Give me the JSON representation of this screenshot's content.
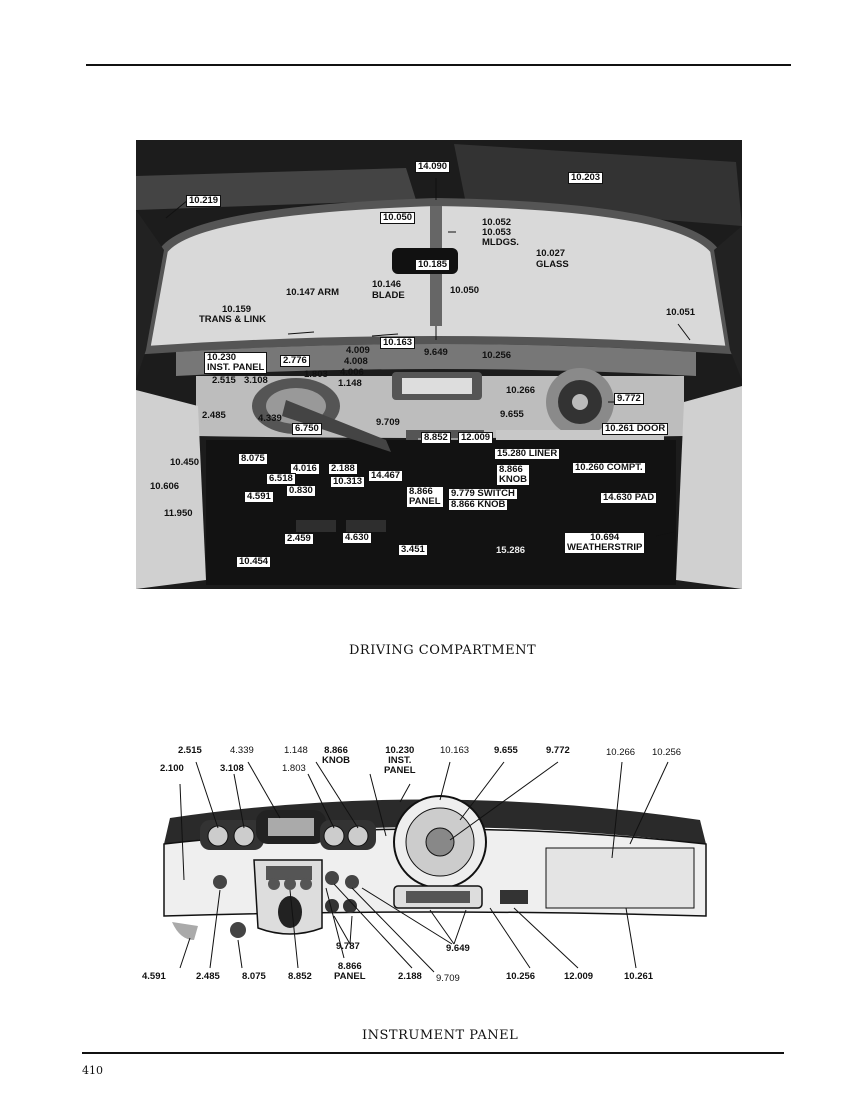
{
  "page_number": "410",
  "captions": {
    "top": "DRIVING COMPARTMENT",
    "bottom": "INSTRUMENT PANEL"
  },
  "driving_labels": {
    "l14_090": "14.090",
    "l10_203": "10.203",
    "l10_219": "10.219",
    "l10_050a": "10.050",
    "l10_052": "10.052",
    "l10_053": "10.053",
    "mldgs": "MLDGS.",
    "l10_185": "10.185",
    "l10_027": "10.027",
    "glass": "GLASS",
    "l10_147": "10.147 ARM",
    "l10_146": "10.146",
    "blade": "BLADE",
    "l10_050b": "10.050",
    "l10_159": "10.159",
    "trans_link": "TRANS & LINK",
    "l10_051": "10.051",
    "l10_163": "10.163",
    "l10_230": "10.230",
    "inst_panel": "INST. PANEL",
    "l2_776": "2.776",
    "l4_009": "4.009",
    "l4_008": "4.008",
    "l4_006": "4.006",
    "l1_803": "1.803",
    "l1_148": "1.148",
    "l9_649": "9.649",
    "l10_256": "10.256",
    "l2_515": "2.515",
    "l3_108": "3.108",
    "l10_266": "10.266",
    "l9_772": "9.772",
    "l2_485": "2.485",
    "l4_339": "4.339",
    "l6_750": "6.750",
    "l9_709": "9.709",
    "l9_655": "9.655",
    "l10_261": "10.261 DOOR",
    "l8_852": "8.852",
    "l12_009": "12.009",
    "l8_075": "8.075",
    "l10_450": "10.450",
    "l15_280": "15.280 LINER",
    "l4_016": "4.016",
    "l2_188": "2.188",
    "l10_260": "10.260 COMPT.",
    "l6_518": "6.518",
    "l10_313": "10.313",
    "l14_467": "14.467",
    "l8_866k": "8.866",
    "knob": "KNOB",
    "l10_606": "10.606",
    "l4_591": "4.591",
    "l0_830": "0.830",
    "l8_866p": "8.866",
    "panel": "PANEL",
    "l9_779": "9.779 SWITCH",
    "l8_866kb": "8.866 KNOB",
    "l14_630": "14.630 PAD",
    "l11_950": "11.950",
    "l2_459": "2.459",
    "l4_630": "4.630",
    "l10_694": "10.694",
    "weatherstrip": "WEATHERSTRIP",
    "l3_451": "3.451",
    "l15_286": "15.286",
    "l10_454": "10.454"
  },
  "panel_labels": {
    "t2_515": "2.515",
    "t4_339": "4.339",
    "t1_148": "1.148",
    "t8_866": "8.866",
    "t_knob": "KNOB",
    "t10_230": "10.230",
    "t_inst": "INST.",
    "t_panel": "PANEL",
    "t10_163": "10.163",
    "t9_655": "9.655",
    "t9_772": "9.772",
    "t10_266": "10.266",
    "t10_256": "10.256",
    "t2_100": "2.100",
    "t3_108": "3.108",
    "t1_803": "1.803",
    "b9_787": "9.787",
    "b9_649": "9.649",
    "b8_866": "8.866",
    "b_panel": "PANEL",
    "b4_591": "4.591",
    "b2_485": "2.485",
    "b8_075": "8.075",
    "b8_852": "8.852",
    "b2_188": "2.188",
    "b9_709": "9.709",
    "b10_256": "10.256",
    "b12_009": "12.009",
    "b10_261": "10.261"
  }
}
